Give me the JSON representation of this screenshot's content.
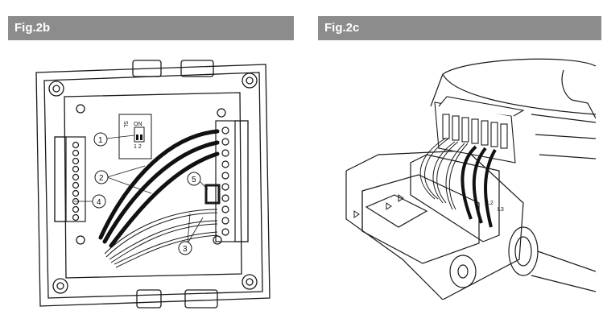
{
  "figures": [
    {
      "id": "left",
      "header": "Fig.2b",
      "callouts": [
        "1",
        "2",
        "3",
        "4",
        "5"
      ],
      "switch_labels": {
        "on": "ON",
        "s1": "SL",
        "pos": "1 2"
      }
    },
    {
      "id": "right",
      "header": "Fig.2c",
      "terminal_labels": [
        "L2",
        "L3"
      ]
    }
  ],
  "colors": {
    "header_bg": "#8c8c8c",
    "header_text": "#ffffff",
    "line": "#1a1a1a",
    "cable": "#111111"
  }
}
